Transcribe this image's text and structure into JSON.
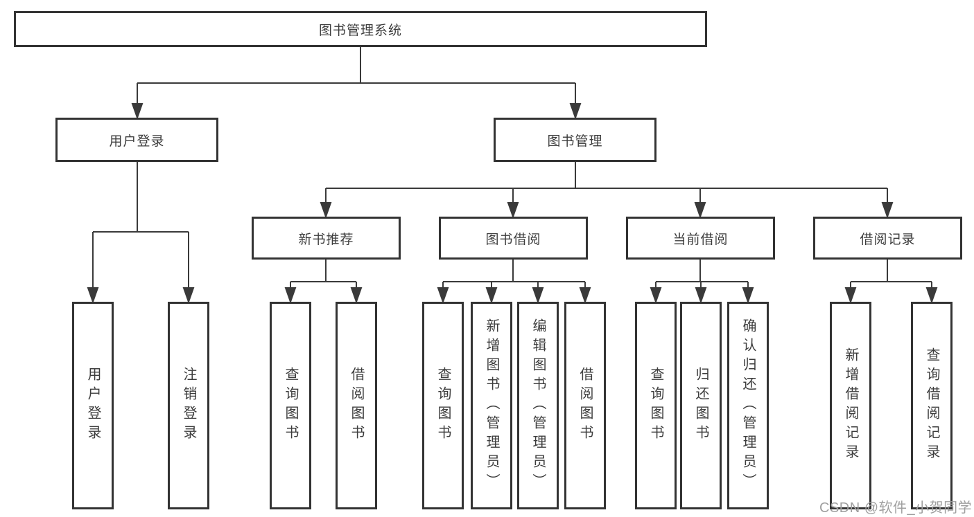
{
  "tree": {
    "root": {
      "label": "图书管理系统"
    },
    "branches": [
      {
        "label": "用户登录",
        "children": [
          {
            "label": "用户登录"
          },
          {
            "label": "注销登录"
          }
        ]
      },
      {
        "label": "图书管理",
        "groups": [
          {
            "label": "新书推荐",
            "children": [
              {
                "label": "查询图书"
              },
              {
                "label": "借阅图书"
              }
            ]
          },
          {
            "label": "图书借阅",
            "children": [
              {
                "label": "查询图书"
              },
              {
                "label": "新增图书（管理员）"
              },
              {
                "label": "编辑图书（管理员）"
              },
              {
                "label": "借阅图书"
              }
            ]
          },
          {
            "label": "当前借阅",
            "children": [
              {
                "label": "查询图书"
              },
              {
                "label": "归还图书"
              },
              {
                "label": "确认归还（管理员）"
              }
            ]
          },
          {
            "label": "借阅记录",
            "children": [
              {
                "label": "新增借阅记录"
              },
              {
                "label": "查询借阅记录"
              }
            ]
          }
        ]
      }
    ]
  },
  "watermark": {
    "text": "CSDN @软件_小贺同学"
  },
  "colors": {
    "line": "#3a3a3a",
    "border": "#333333",
    "text": "#3d3d3d",
    "watermark": "#9f9f9f",
    "background": "#ffffff"
  }
}
